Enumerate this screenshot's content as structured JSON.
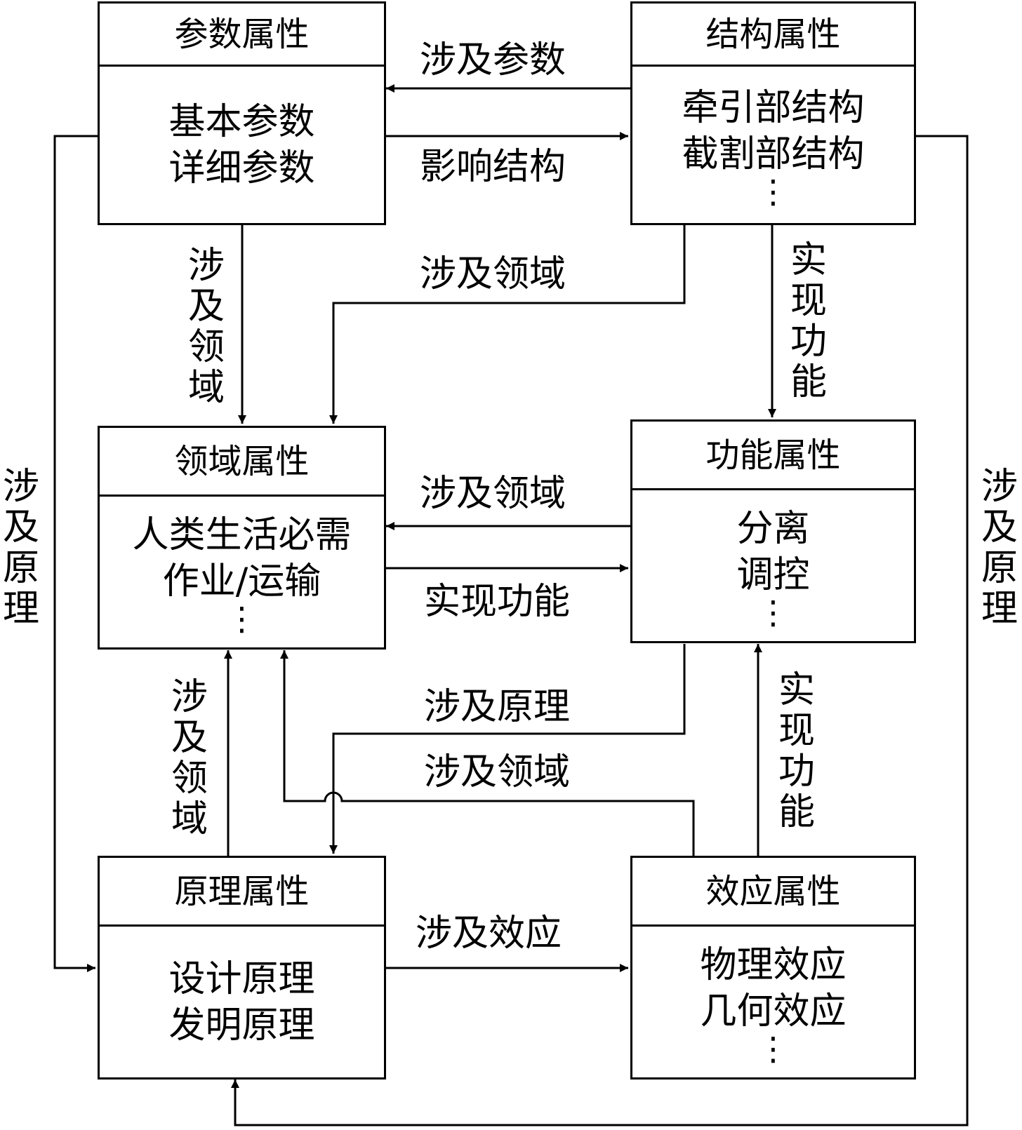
{
  "boxes": {
    "param": {
      "title": "参数属性",
      "lines": [
        "基本参数",
        "详细参数"
      ],
      "more": ""
    },
    "structure": {
      "title": "结构属性",
      "lines": [
        "牵引部结构",
        "截割部结构"
      ],
      "more": "⋮"
    },
    "domain": {
      "title": "领域属性",
      "lines": [
        "人类生活必需",
        "作业/运输"
      ],
      "more": "⋮"
    },
    "function": {
      "title": "功能属性",
      "lines": [
        "分离",
        "调控"
      ],
      "more": "⋮"
    },
    "principle": {
      "title": "原理属性",
      "lines": [
        "设计原理",
        "发明原理"
      ],
      "more": ""
    },
    "effect": {
      "title": "效应属性",
      "lines": [
        "物理效应",
        "几何效应"
      ],
      "more": "⋮"
    }
  },
  "labels": {
    "struct_to_param": "涉及参数",
    "param_to_struct": "影响结构",
    "param_to_domain": "涉及领域",
    "struct_to_domain": "涉及领域",
    "struct_to_function": "实现功能",
    "function_to_domain": "涉及领域",
    "domain_to_function": "实现功能",
    "function_to_principle": "涉及原理",
    "effect_to_domain": "涉及领域",
    "principle_to_domain": "涉及领域",
    "effect_to_function": "实现功能",
    "principle_to_effect": "涉及效应",
    "left_outer": "涉及原理",
    "right_outer": "涉及原理"
  }
}
